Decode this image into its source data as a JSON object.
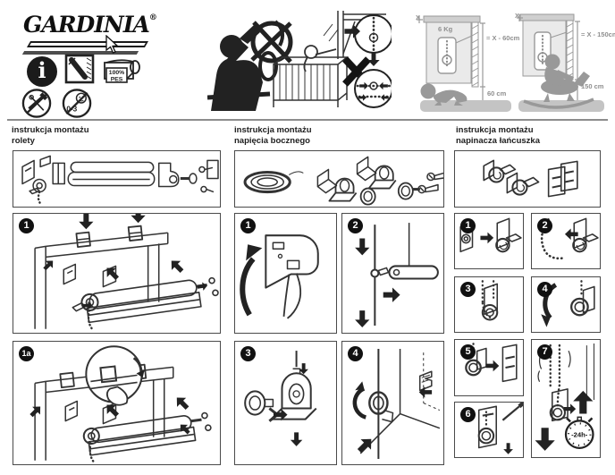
{
  "colors": {
    "ink": "#1a1a1a",
    "line_art": "#333333",
    "box_border": "#4a4a4a",
    "divider": "#8c8c8c",
    "safety_gray": "#999999",
    "mat_gray": "#c4c4c4"
  },
  "brand": {
    "name": "GARDINIA",
    "registered": "®"
  },
  "header_icons": {
    "info_glyph": "i",
    "pes_line1": "100%",
    "pes_line2": "PES",
    "age_range": "0-3"
  },
  "safety_diagrams": {
    "left": {
      "x_label": "X",
      "weight": "6 Kg",
      "formula": "= X - 60cm",
      "clearance": "60 cm"
    },
    "right": {
      "x_label": "X",
      "formula": "= X - 150cm",
      "clearance": "150 cm"
    }
  },
  "sections": {
    "roleta": {
      "title_line1": "instrukcja montażu",
      "title_line2": "rolety",
      "steps": [
        {
          "label": "1"
        },
        {
          "label": "1a"
        }
      ]
    },
    "napiecie": {
      "title_line1": "instrukcja montażu",
      "title_line2": "napięcia bocznego",
      "steps": [
        {
          "label": "1"
        },
        {
          "label": "2"
        },
        {
          "label": "3"
        },
        {
          "label": "4"
        }
      ]
    },
    "napinacz": {
      "title_line1": "instrukcja montażu",
      "title_line2": "napinacza łańcuszka",
      "steps": [
        {
          "label": "1"
        },
        {
          "label": "2"
        },
        {
          "label": "3"
        },
        {
          "label": "4"
        },
        {
          "label": "5"
        },
        {
          "label": "6"
        },
        {
          "label": "7"
        }
      ],
      "timer_label": "-24h-"
    }
  }
}
